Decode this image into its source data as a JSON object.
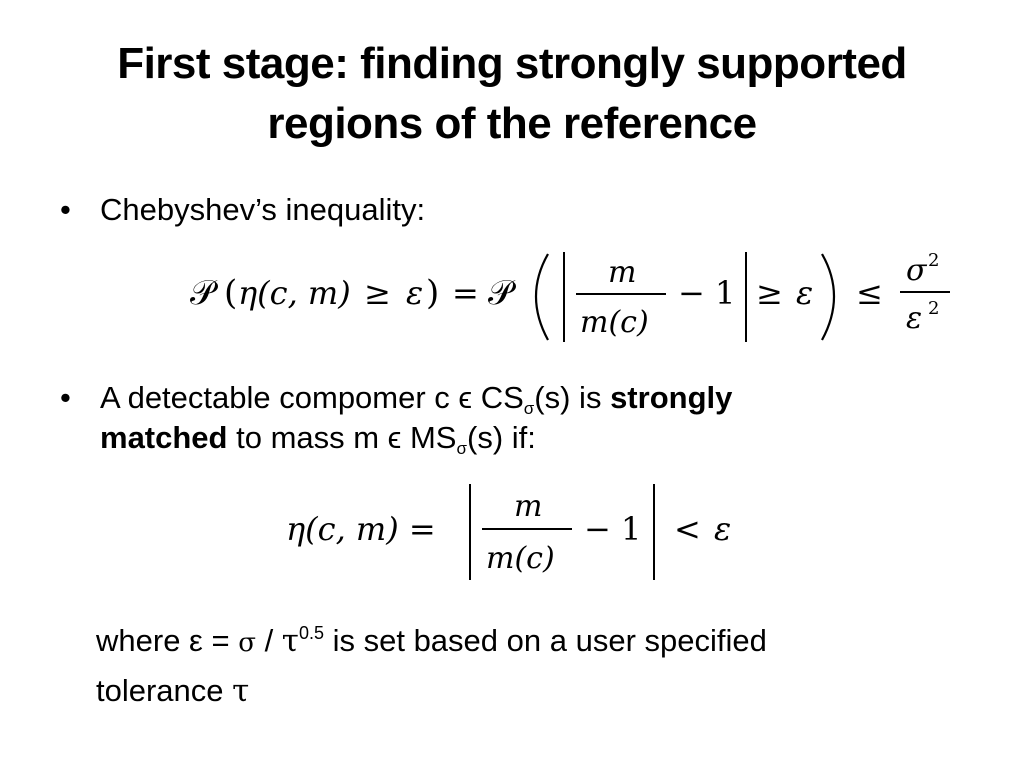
{
  "slide": {
    "title_line1": "First stage: finding strongly supported",
    "title_line2": "regions of the reference",
    "bullet_char": "•",
    "bullet1": {
      "text": "Chebyshev’s inequality:"
    },
    "equation1": {
      "P1": "𝒫",
      "open1": "(",
      "eta": "η(c, m)",
      "geq1": "≥",
      "eps1": "ε",
      "close1": ")",
      "eq": "=",
      "P2": "𝒫",
      "num": "m",
      "den": "m(c)",
      "minus1": "− 1",
      "geq2": "≥",
      "eps2": "ε",
      "leq": "≤",
      "sigma2": "σ",
      "sq1": "2",
      "eps_den": "ε",
      "sq2": "2"
    },
    "bullet2": {
      "part1": "A detectable compomer c ϵ CS",
      "sub1": "σ",
      "part2": "(s) is ",
      "bold1": "strongly",
      "bold2": "matched",
      "part3": " to mass m ϵ MS",
      "sub2": "σ",
      "part4": "(s) if:"
    },
    "equation2": {
      "lhs": "η(c, m) =",
      "num": "m",
      "den": "m(c)",
      "minus1": "− 1",
      "lt": "<",
      "eps": "ε"
    },
    "note": {
      "part1": "where ε = ",
      "sigma": "σ",
      "slash": " / ",
      "tau1": "τ",
      "exp": "0.5",
      "part2": " is set based on a user specified",
      "part3": "tolerance ",
      "tau2": "τ"
    }
  }
}
